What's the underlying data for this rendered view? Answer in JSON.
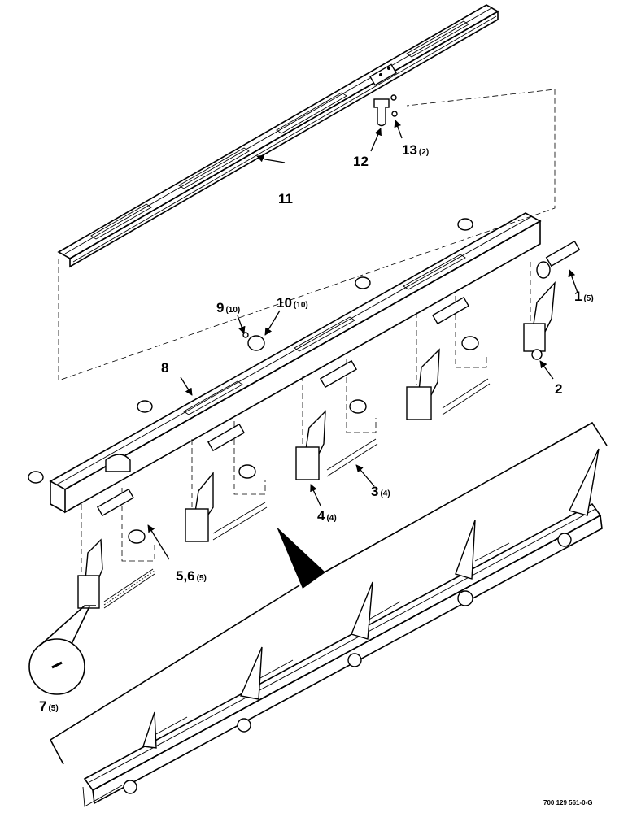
{
  "diagram": {
    "reference_code": "700 129 561-0-G",
    "callouts": [
      {
        "id": "c1",
        "number": "1",
        "qty": "(5)"
      },
      {
        "id": "c2",
        "number": "2",
        "qty": ""
      },
      {
        "id": "c3",
        "number": "3",
        "qty": "(4)"
      },
      {
        "id": "c4",
        "number": "4",
        "qty": "(4)"
      },
      {
        "id": "c56",
        "number": "5,6",
        "qty": "(5)"
      },
      {
        "id": "c7",
        "number": "7",
        "qty": "(5)"
      },
      {
        "id": "c8",
        "number": "8",
        "qty": ""
      },
      {
        "id": "c9",
        "number": "9",
        "qty": "(10)"
      },
      {
        "id": "c10",
        "number": "10",
        "qty": "(10)"
      },
      {
        "id": "c11",
        "number": "11",
        "qty": ""
      },
      {
        "id": "c12",
        "number": "12",
        "qty": ""
      },
      {
        "id": "c13",
        "number": "13",
        "qty": "(2)"
      }
    ]
  }
}
